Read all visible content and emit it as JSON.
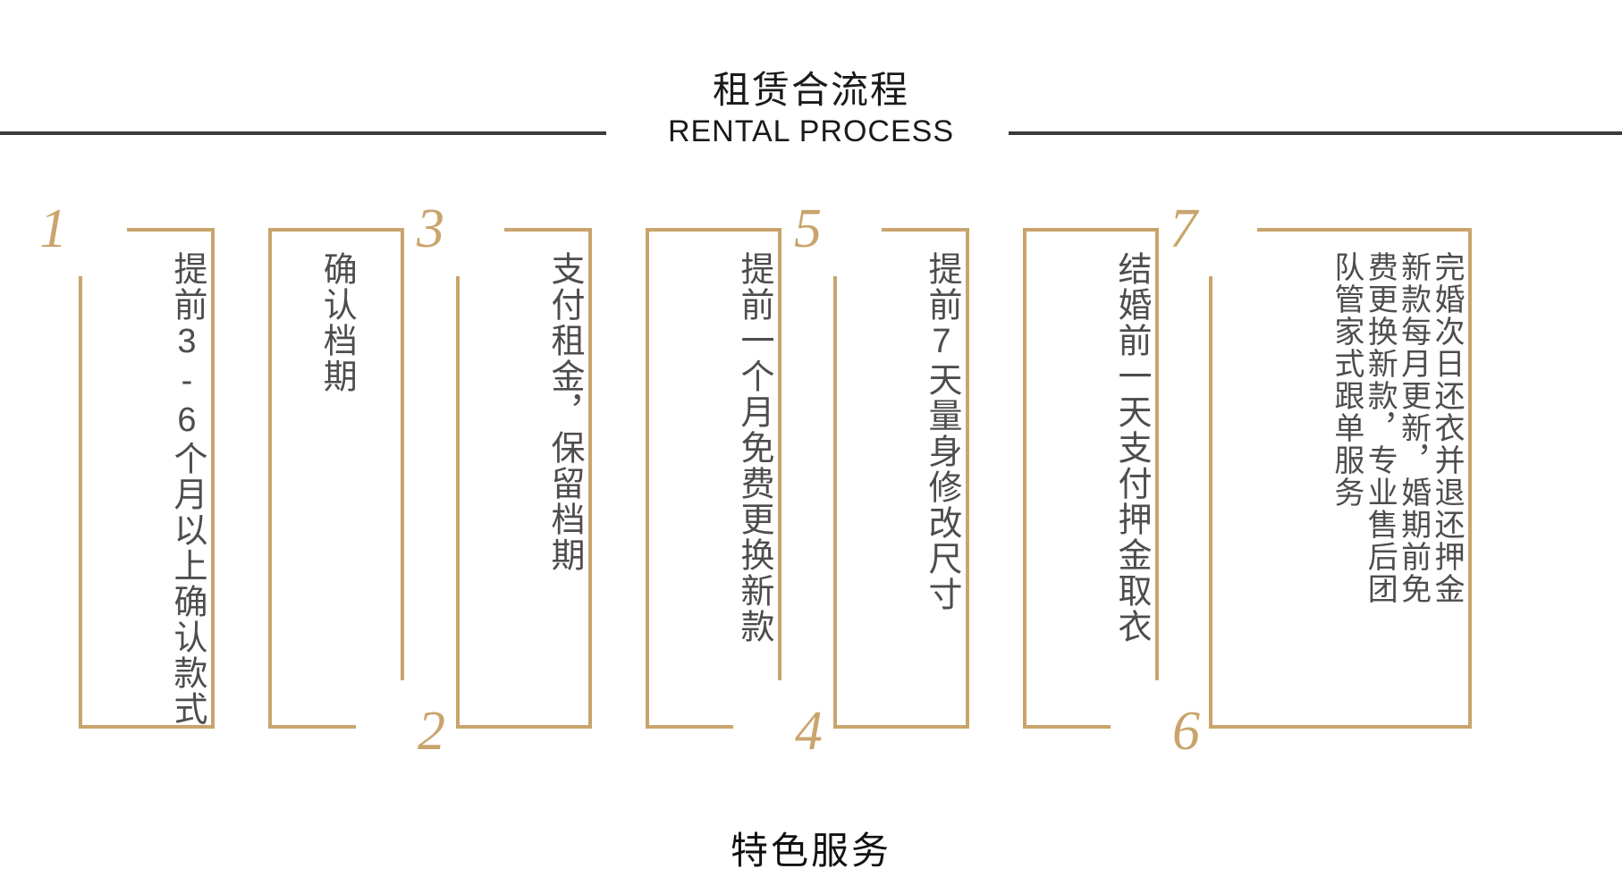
{
  "header": {
    "title_cn": "租赁合流程",
    "title_en": "RENTAL PROCESS"
  },
  "footer": {
    "title": "特色服务"
  },
  "colors": {
    "gold": "#c9a46c",
    "rule": "#3b3b3b",
    "text": "#4d4d4d",
    "heading": "#1a1a1a",
    "background": "#ffffff"
  },
  "steps": [
    {
      "number": "1",
      "number_position": "top-left",
      "columns": [
        "提前3-6个月以上确认款式"
      ]
    },
    {
      "number": "2",
      "number_position": "bottom-right",
      "columns": [
        "确认档期"
      ]
    },
    {
      "number": "3",
      "number_position": "top-left",
      "columns": [
        "支付租金，保留档期"
      ]
    },
    {
      "number": "4",
      "number_position": "bottom-right",
      "columns": [
        "提前一个月免费更换新款"
      ]
    },
    {
      "number": "5",
      "number_position": "top-left",
      "columns": [
        "提前7天量身修改尺寸"
      ]
    },
    {
      "number": "6",
      "number_position": "bottom-right",
      "columns": [
        "结婚前一天支付押金取衣"
      ]
    },
    {
      "number": "7",
      "number_position": "top-left",
      "columns": [
        "完婚次日还衣并退还押金",
        "新款每月更新，婚期前免",
        "费更换新款，专业售后团",
        "队管家式跟单服务"
      ]
    }
  ]
}
